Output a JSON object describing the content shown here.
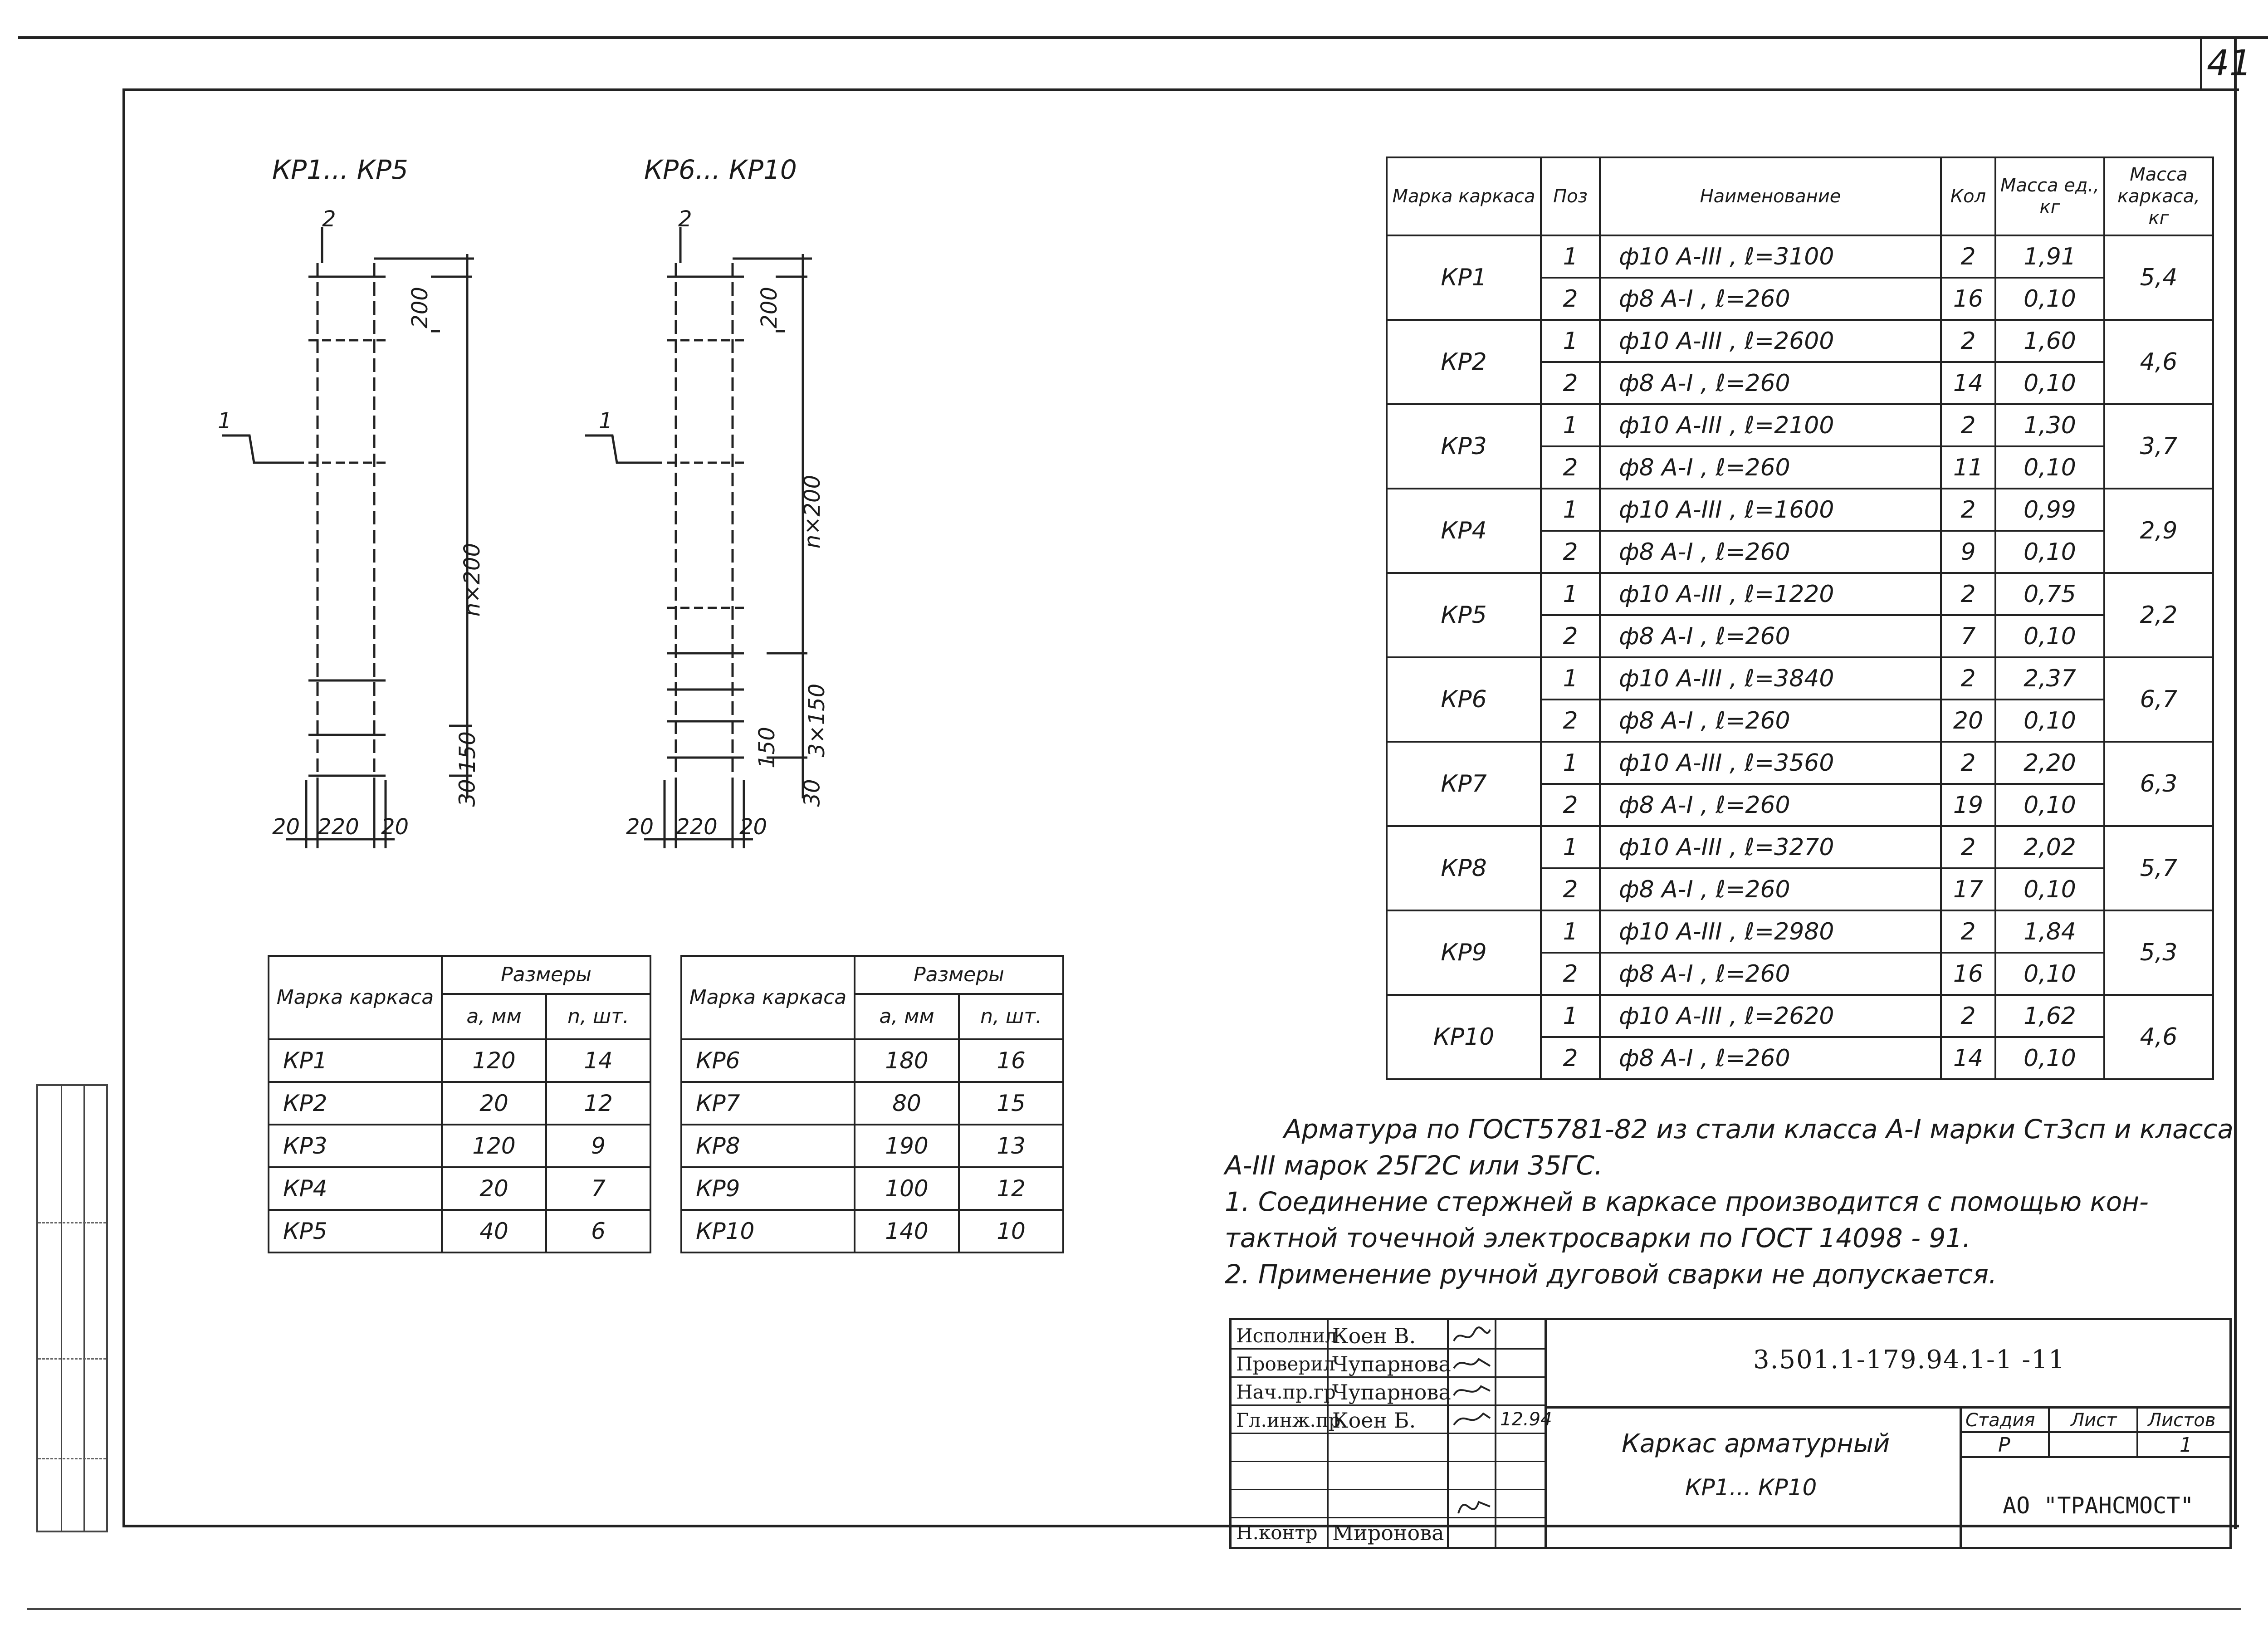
{
  "sheet_number": "41",
  "diagrams": [
    {
      "title": "КР1... КР5",
      "dim_2": "2",
      "dim_200": "200",
      "label_1": "1",
      "dim_nx200": "n×200",
      "dim_150": "150",
      "dim_30": "30",
      "dim_bottom_left": "20",
      "dim_bottom_mid": "220",
      "dim_bottom_right": "20"
    },
    {
      "title": "КР6... КР10",
      "dim_2": "2",
      "dim_200": "200",
      "label_1": "1",
      "dim_nx200": "n×200",
      "dim_150": "150",
      "dim_3x150": "3×150",
      "dim_30": "30",
      "dim_bottom_left": "20",
      "dim_bottom_mid": "220",
      "dim_bottom_right": "20"
    }
  ],
  "size_tables": [
    {
      "header_mark": "Марка каркаса",
      "header_sizes": "Размеры",
      "header_a": "a, мм",
      "header_n": "n, шт.",
      "rows": [
        {
          "mark": "КР1",
          "a": "120",
          "n": "14"
        },
        {
          "mark": "КР2",
          "a": "20",
          "n": "12"
        },
        {
          "mark": "КР3",
          "a": "120",
          "n": "9"
        },
        {
          "mark": "КР4",
          "a": "20",
          "n": "7"
        },
        {
          "mark": "КР5",
          "a": "40",
          "n": "6"
        }
      ]
    },
    {
      "header_mark": "Марка каркаса",
      "header_sizes": "Размеры",
      "header_a": "a, мм",
      "header_n": "n, шт.",
      "rows": [
        {
          "mark": "КР6",
          "a": "180",
          "n": "16"
        },
        {
          "mark": "КР7",
          "a": "80",
          "n": "15"
        },
        {
          "mark": "КР8",
          "a": "190",
          "n": "13"
        },
        {
          "mark": "КР9",
          "a": "100",
          "n": "12"
        },
        {
          "mark": "КР10",
          "a": "140",
          "n": "10"
        }
      ]
    }
  ],
  "spec_table": {
    "headers": {
      "mark": "Марка каркаса",
      "pos": "Поз",
      "name": "Наименование",
      "qty": "Кол",
      "unit_mass": "Масса ед., кг",
      "total_mass": "Масса каркаса, кг"
    },
    "groups": [
      {
        "mark": "КР1",
        "total": "5,4",
        "rows": [
          {
            "pos": "1",
            "name": "ф10 А-III ,   ℓ=3100",
            "qty": "2",
            "mass": "1,91"
          },
          {
            "pos": "2",
            "name": "ф8 А-I ,   ℓ=260",
            "qty": "16",
            "mass": "0,10"
          }
        ]
      },
      {
        "mark": "КР2",
        "total": "4,6",
        "rows": [
          {
            "pos": "1",
            "name": "ф10 А-III ,   ℓ=2600",
            "qty": "2",
            "mass": "1,60"
          },
          {
            "pos": "2",
            "name": "ф8 А-I ,   ℓ=260",
            "qty": "14",
            "mass": "0,10"
          }
        ]
      },
      {
        "mark": "КР3",
        "total": "3,7",
        "rows": [
          {
            "pos": "1",
            "name": "ф10 А-III ,   ℓ=2100",
            "qty": "2",
            "mass": "1,30"
          },
          {
            "pos": "2",
            "name": "ф8 А-I ,   ℓ=260",
            "qty": "11",
            "mass": "0,10"
          }
        ]
      },
      {
        "mark": "КР4",
        "total": "2,9",
        "rows": [
          {
            "pos": "1",
            "name": "ф10 А-III ,   ℓ=1600",
            "qty": "2",
            "mass": "0,99"
          },
          {
            "pos": "2",
            "name": "ф8 А-I ,   ℓ=260",
            "qty": "9",
            "mass": "0,10"
          }
        ]
      },
      {
        "mark": "КР5",
        "total": "2,2",
        "rows": [
          {
            "pos": "1",
            "name": "ф10 А-III ,   ℓ=1220",
            "qty": "2",
            "mass": "0,75"
          },
          {
            "pos": "2",
            "name": "ф8 А-I ,   ℓ=260",
            "qty": "7",
            "mass": "0,10"
          }
        ]
      },
      {
        "mark": "КР6",
        "total": "6,7",
        "rows": [
          {
            "pos": "1",
            "name": "ф10 А-III ,   ℓ=3840",
            "qty": "2",
            "mass": "2,37"
          },
          {
            "pos": "2",
            "name": "ф8 А-I ,   ℓ=260",
            "qty": "20",
            "mass": "0,10"
          }
        ]
      },
      {
        "mark": "КР7",
        "total": "6,3",
        "rows": [
          {
            "pos": "1",
            "name": "ф10 А-III ,   ℓ=3560",
            "qty": "2",
            "mass": "2,20"
          },
          {
            "pos": "2",
            "name": "ф8 А-I ,   ℓ=260",
            "qty": "19",
            "mass": "0,10"
          }
        ]
      },
      {
        "mark": "КР8",
        "total": "5,7",
        "rows": [
          {
            "pos": "1",
            "name": "ф10 А-III ,   ℓ=3270",
            "qty": "2",
            "mass": "2,02"
          },
          {
            "pos": "2",
            "name": "ф8 А-I ,   ℓ=260",
            "qty": "17",
            "mass": "0,10"
          }
        ]
      },
      {
        "mark": "КР9",
        "total": "5,3",
        "rows": [
          {
            "pos": "1",
            "name": "ф10 А-III ,   ℓ=2980",
            "qty": "2",
            "mass": "1,84"
          },
          {
            "pos": "2",
            "name": "ф8 А-I ,   ℓ=260",
            "qty": "16",
            "mass": "0,10"
          }
        ]
      },
      {
        "mark": "КР10",
        "total": "4,6",
        "rows": [
          {
            "pos": "1",
            "name": "ф10 А-III ,   ℓ=2620",
            "qty": "2",
            "mass": "1,62"
          },
          {
            "pos": "2",
            "name": "ф8 А-I ,   ℓ=260",
            "qty": "14",
            "mass": "0,10"
          }
        ]
      }
    ]
  },
  "notes": [
    "Арматура по ГОСТ5781-82 из стали класса А-I марки Ст3сп и класса",
    "А-III марок 25Г2С или 35ГС.",
    "1. Соединение стержней в каркасе производится с помощью кон-",
    "тактной точечной электросварки по ГОСТ 14098 - 91.",
    "2. Применение ручной дуговой сварки не допускается."
  ],
  "title_block": {
    "roles": [
      "Исполнил",
      "Проверил",
      "Нач.пр.гр",
      "Гл.инж.пр",
      "",
      "",
      "Н.контр"
    ],
    "names": [
      "Коен В.",
      "Чупарнова",
      "Чупарнова",
      "Коен Б.",
      "",
      "",
      "Миронова"
    ],
    "date": "12.94",
    "doc_code": "3.501.1-179.94.1-1 -11",
    "title_line1": "Каркас арматурный",
    "title_line2": "КР1... КР10",
    "stage_label": "Стадия",
    "sheet_label": "Лист",
    "sheets_label": "Листов",
    "stage": "Р",
    "sheet": "",
    "sheets": "1",
    "org": "АО \"ТРАНСМОСТ\""
  }
}
